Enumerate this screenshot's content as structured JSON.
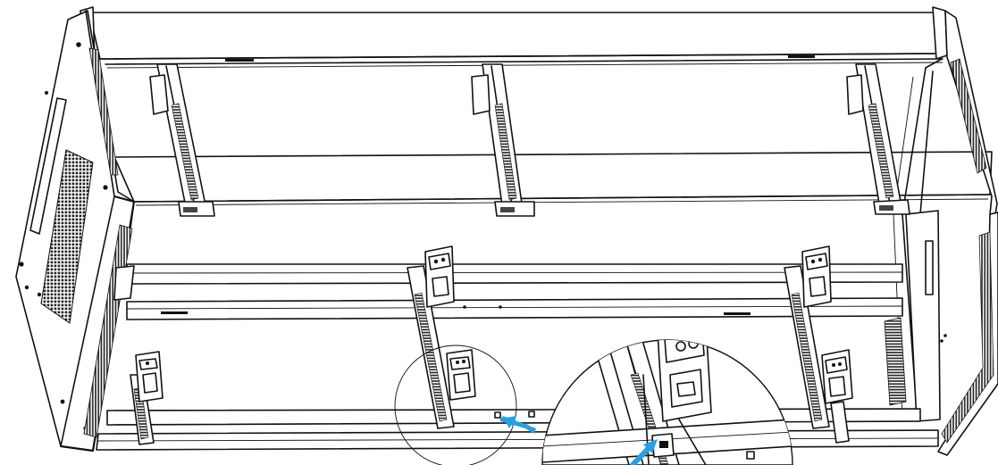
{
  "colors": {
    "line": "#111111",
    "background": "#ffffff",
    "arrow": "#2aa0e0",
    "perforation": "#222222"
  },
  "icons": {
    "arrow": "arrow-icon",
    "detail": "magnify-detail-icon"
  },
  "figure": {
    "type": "isometric assembly line drawing",
    "callout_arrows": 2,
    "detail_circles": 2
  }
}
